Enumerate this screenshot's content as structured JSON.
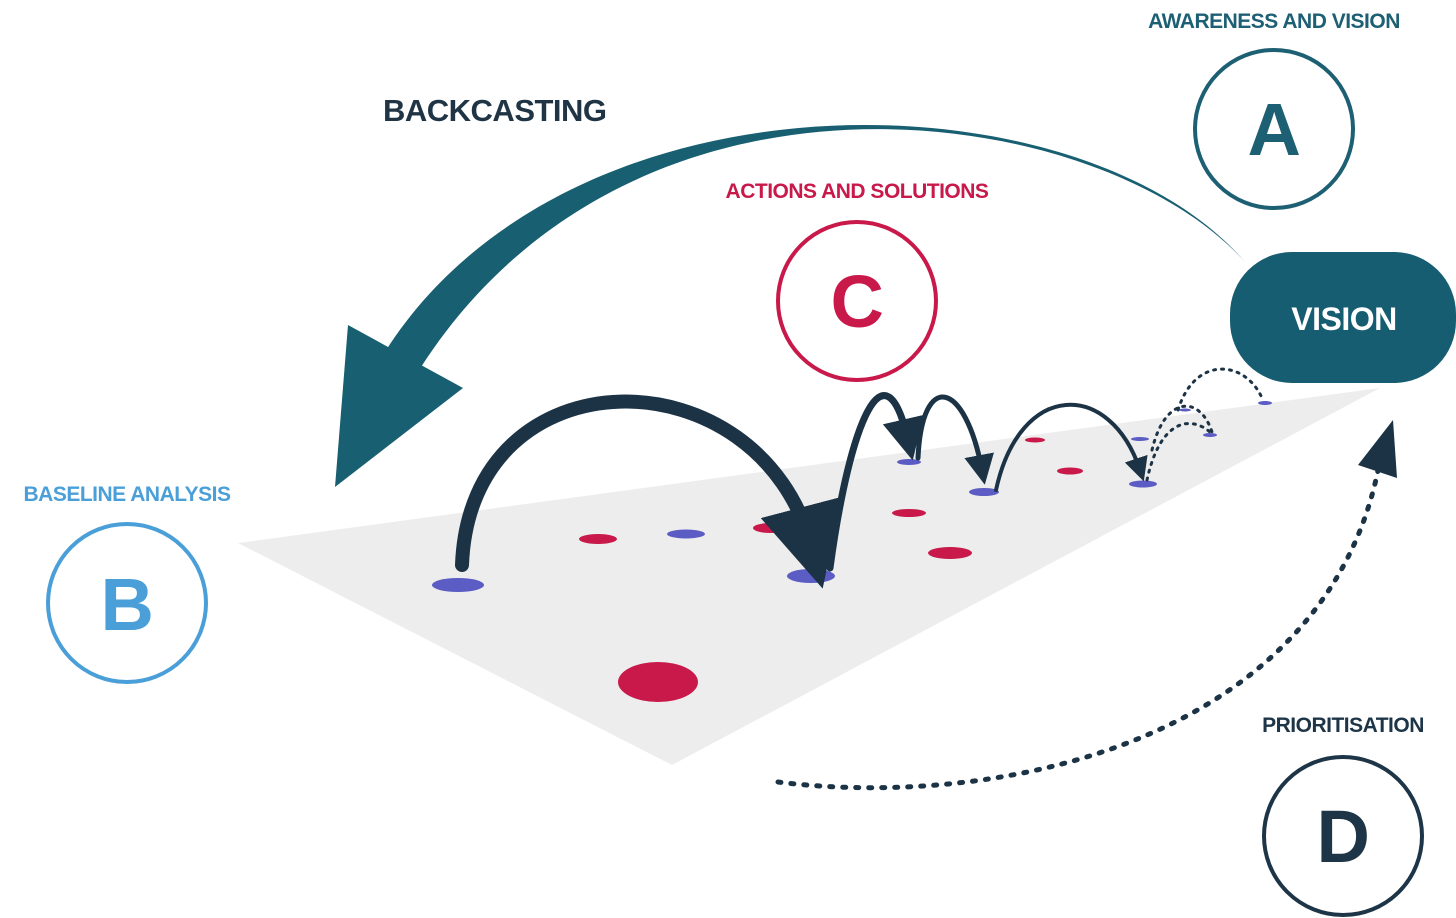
{
  "colors": {
    "awareness": "#1d5f73",
    "baseline": "#4a9fd8",
    "actions": "#c8194a",
    "prioritisation": "#1d3547",
    "backcasting_arrow": "#185f72",
    "vision_pill": "#175d72",
    "jump_arrows": "#1c3346",
    "plane": "#ededed",
    "dot_red": "#c8194a",
    "dot_blue": "#5b5cc4"
  },
  "steps": {
    "a": {
      "letter": "A",
      "title": "AWARENESS AND VISION"
    },
    "b": {
      "letter": "B",
      "title": "BASELINE ANALYSIS"
    },
    "c": {
      "letter": "C",
      "title": "ACTIONS AND SOLUTIONS"
    },
    "d": {
      "letter": "D",
      "title": "PRIORITISATION"
    }
  },
  "backcasting_label": "BACKCASTING",
  "vision_label": "VISION"
}
